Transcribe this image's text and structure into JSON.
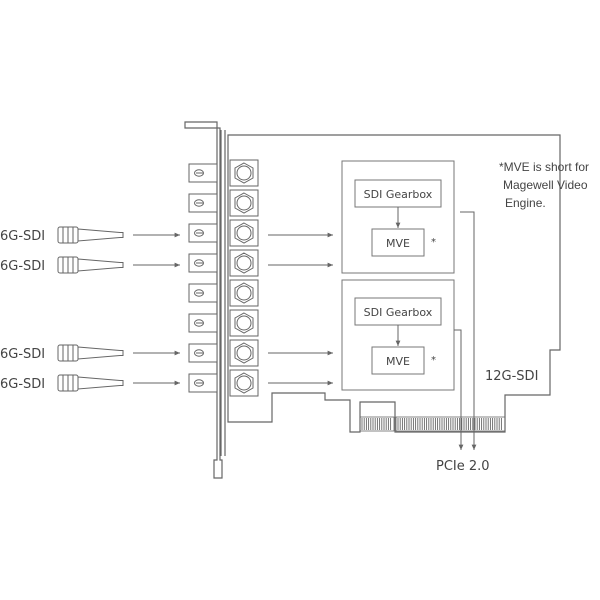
{
  "inputs": {
    "signal_label": "6G-SDI",
    "rows": [
      {
        "label": "6G-SDI"
      },
      {
        "label": "6G-SDI"
      },
      {
        "label": "6G-SDI"
      },
      {
        "label": "6G-SDI"
      }
    ]
  },
  "blocks": {
    "gearbox_label": "SDI Gearbox",
    "mve_label": "MVE",
    "asterisk": "*"
  },
  "note": {
    "line1": "*MVE is short for",
    "line2": "Magewell Video",
    "line3": "Engine."
  },
  "labels": {
    "output_sdi": "12G-SDI",
    "bus": "PCIe 2.0"
  },
  "colors": {
    "stroke": "#666666",
    "text": "#444444",
    "background": "#ffffff"
  }
}
